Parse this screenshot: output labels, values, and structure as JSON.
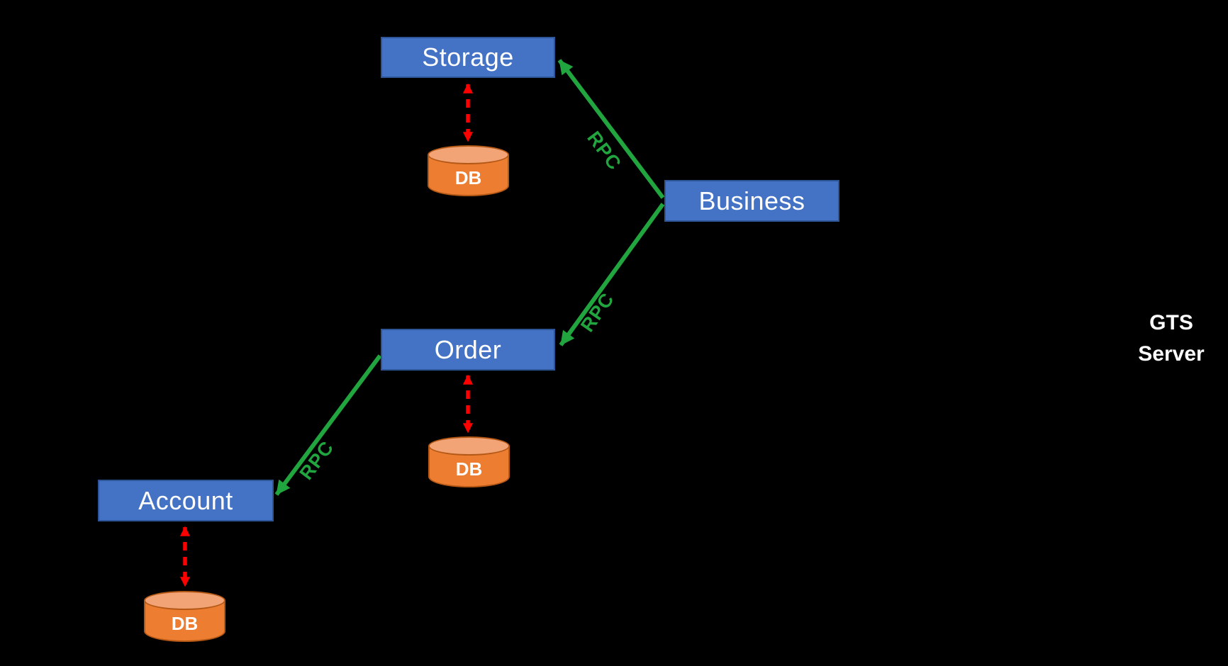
{
  "diagram": {
    "background": "#000000",
    "annotation": {
      "line1": "GTS",
      "line2": "Server"
    },
    "nodes": [
      {
        "id": "storage",
        "label": "Storage"
      },
      {
        "id": "business",
        "label": "Business"
      },
      {
        "id": "order",
        "label": "Order"
      },
      {
        "id": "account",
        "label": "Account"
      }
    ],
    "databases": [
      {
        "id": "storage-db",
        "label": "DB"
      },
      {
        "id": "order-db",
        "label": "DB"
      },
      {
        "id": "account-db",
        "label": "DB"
      }
    ],
    "edges": [
      {
        "from": "business",
        "to": "storage",
        "label": "RPC",
        "type": "rpc-call",
        "color": "#21A63F"
      },
      {
        "from": "business",
        "to": "order",
        "label": "RPC",
        "type": "rpc-call",
        "color": "#21A63F"
      },
      {
        "from": "order",
        "to": "account",
        "label": "RPC",
        "type": "rpc-call",
        "color": "#21A63F"
      },
      {
        "from": "storage",
        "to": "storage-db",
        "type": "db-link",
        "style": "dashed-double-arrow",
        "color": "#FF0000"
      },
      {
        "from": "order",
        "to": "order-db",
        "type": "db-link",
        "style": "dashed-double-arrow",
        "color": "#FF0000"
      },
      {
        "from": "account",
        "to": "account-db",
        "type": "db-link",
        "style": "dashed-double-arrow",
        "color": "#FF0000"
      }
    ],
    "colors": {
      "node_fill": "#4472C4",
      "node_border": "#2E5597",
      "node_text": "#FFFFFF",
      "db_fill": "#ED7D31",
      "db_top": "#F2A477",
      "db_border": "#B45816",
      "rpc_green": "#21A63F",
      "db_link_red": "#FF0000",
      "annotation_text": "#FFFFFF"
    }
  }
}
